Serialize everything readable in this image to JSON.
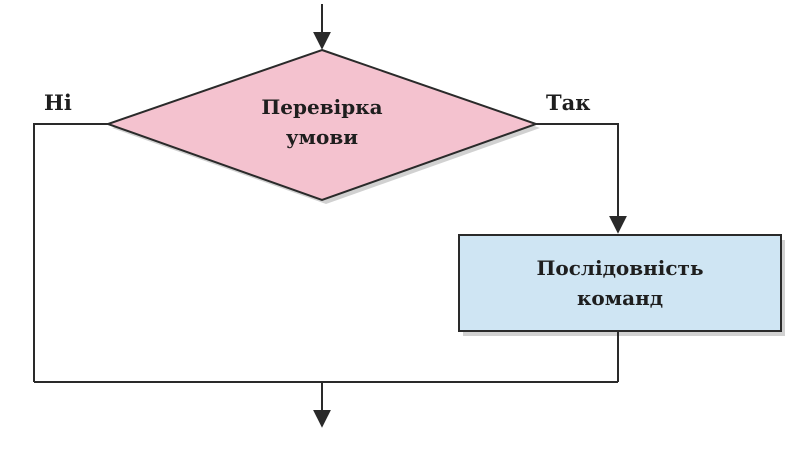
{
  "decision": {
    "line1": "Перевірка",
    "line2": "умови"
  },
  "process": {
    "line1": "Послідовність",
    "line2": "команд"
  },
  "branches": {
    "no": "Ні",
    "yes": "Так"
  },
  "colors": {
    "decision_fill": "#f4c2cf",
    "process_fill": "#cfe5f3",
    "stroke": "#2a2a2a",
    "shadow": "#9a9a9a"
  }
}
